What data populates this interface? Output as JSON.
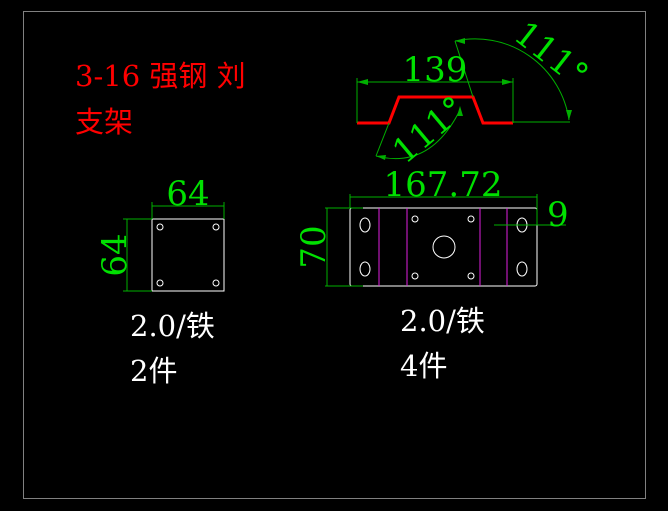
{
  "title": {
    "line1": "3-16 强钢 刘",
    "line2": "支架"
  },
  "profile": {
    "width_dim": "139",
    "angle_outer": "111°",
    "angle_inner": "111°"
  },
  "small_plate": {
    "width_dim": "64",
    "height_dim": "64",
    "spec": "2.0/铁",
    "qty": "2件"
  },
  "large_plate": {
    "width_dim": "167.72",
    "height_dim": "70",
    "offset_dim": "9",
    "spec": "2.0/铁",
    "qty": "4件"
  },
  "colors": {
    "dim": "#00e000",
    "title": "#ff0000",
    "outline": "#ffffff",
    "profile": "#ff0000",
    "fold": "#e020e0"
  }
}
